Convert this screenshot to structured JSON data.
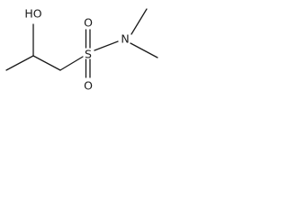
{
  "molecule": {
    "atoms": {
      "hydroxyl": "HO",
      "sulfur": "S",
      "oxygen_top": "O",
      "oxygen_bottom": "O",
      "nitrogen": "N"
    }
  },
  "colors": {
    "ink": "#1a1a1a",
    "background": "#ffffff"
  }
}
